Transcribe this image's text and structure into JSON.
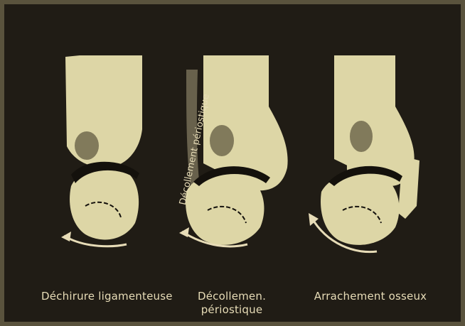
{
  "captions": {
    "left": "Déchirure ligamenteuse",
    "middle_line1": "Décollemen.",
    "middle_line2": "périostique",
    "right": "Arrachement osseux"
  },
  "annotation": "Décollement périostique",
  "colors": {
    "background": "#201c15",
    "bone": "#ddd6a6",
    "ink": "#14110c"
  }
}
